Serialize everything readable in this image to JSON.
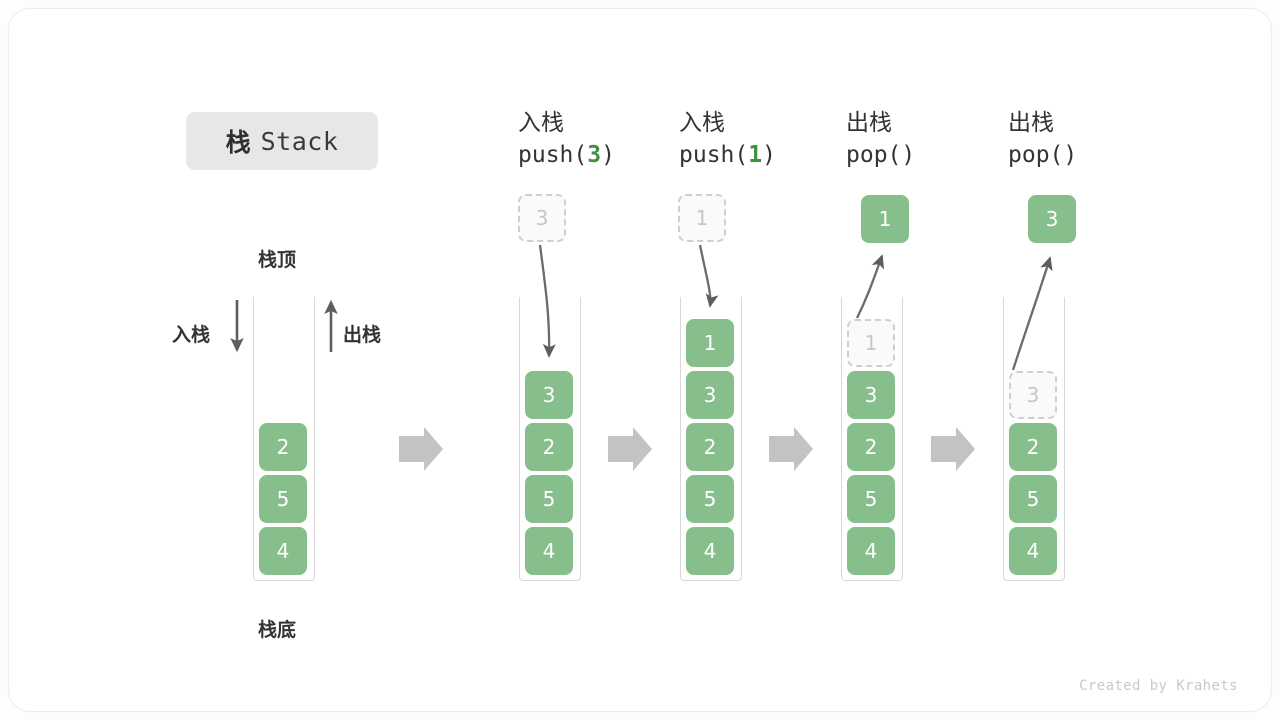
{
  "figure": {
    "title_cjk": "栈",
    "title_latin": "Stack",
    "credit": "Created by Krahets",
    "accent_green": "#86be8c",
    "accent_green_text": "#3f9142",
    "ghost_gray": "#c6c6c6",
    "arrow_gray": "#c6c6c6",
    "line_gray": "#5e5e5e"
  },
  "legend": {
    "top_label": "栈顶",
    "bottom_label": "栈底",
    "push_label": "入栈",
    "pop_label": "出栈"
  },
  "columns": [
    {
      "id": "initial",
      "header_line1": "",
      "header_line2": "",
      "header_arg": "",
      "floating": null,
      "cells": [
        "",
        "2",
        "5",
        "4"
      ],
      "ghost_index": -1
    },
    {
      "id": "push-3",
      "header_line1": "入栈",
      "header_line2_pre": "push(",
      "header_arg": "3",
      "header_line2_post": ")",
      "floating": {
        "value": "3",
        "style": "ghost"
      },
      "cells": [
        "",
        "3",
        "2",
        "5",
        "4"
      ],
      "ghost_index": -1
    },
    {
      "id": "push-1",
      "header_line1": "入栈",
      "header_line2_pre": "push(",
      "header_arg": "1",
      "header_line2_post": ")",
      "floating": {
        "value": "1",
        "style": "ghost"
      },
      "cells": [
        "1",
        "3",
        "2",
        "5",
        "4"
      ],
      "ghost_index": -1
    },
    {
      "id": "pop-1",
      "header_line1": "出栈",
      "header_line2_pre": "pop(",
      "header_arg": "",
      "header_line2_post": ")",
      "floating": {
        "value": "1",
        "style": "filled"
      },
      "cells": [
        "1",
        "3",
        "2",
        "5",
        "4"
      ],
      "ghost_index": 0
    },
    {
      "id": "pop-3",
      "header_line1": "出栈",
      "header_line2_pre": "pop(",
      "header_arg": "",
      "header_line2_post": ")",
      "floating": {
        "value": "3",
        "style": "filled"
      },
      "cells": [
        "",
        "3",
        "2",
        "5",
        "4"
      ],
      "ghost_index": 1
    }
  ],
  "chart_data": {
    "type": "diagram",
    "title": "栈 Stack",
    "description": "Stack push/pop operation sequence",
    "steps": [
      {
        "op": "initial",
        "contents_top_to_bottom": [
          "2",
          "5",
          "4"
        ]
      },
      {
        "op": "push(3)",
        "contents_top_to_bottom": [
          "3",
          "2",
          "5",
          "4"
        ]
      },
      {
        "op": "push(1)",
        "contents_top_to_bottom": [
          "1",
          "3",
          "2",
          "5",
          "4"
        ]
      },
      {
        "op": "pop()",
        "returns": "1",
        "contents_top_to_bottom": [
          "3",
          "2",
          "5",
          "4"
        ]
      },
      {
        "op": "pop()",
        "returns": "3",
        "contents_top_to_bottom": [
          "2",
          "5",
          "4"
        ]
      }
    ]
  }
}
